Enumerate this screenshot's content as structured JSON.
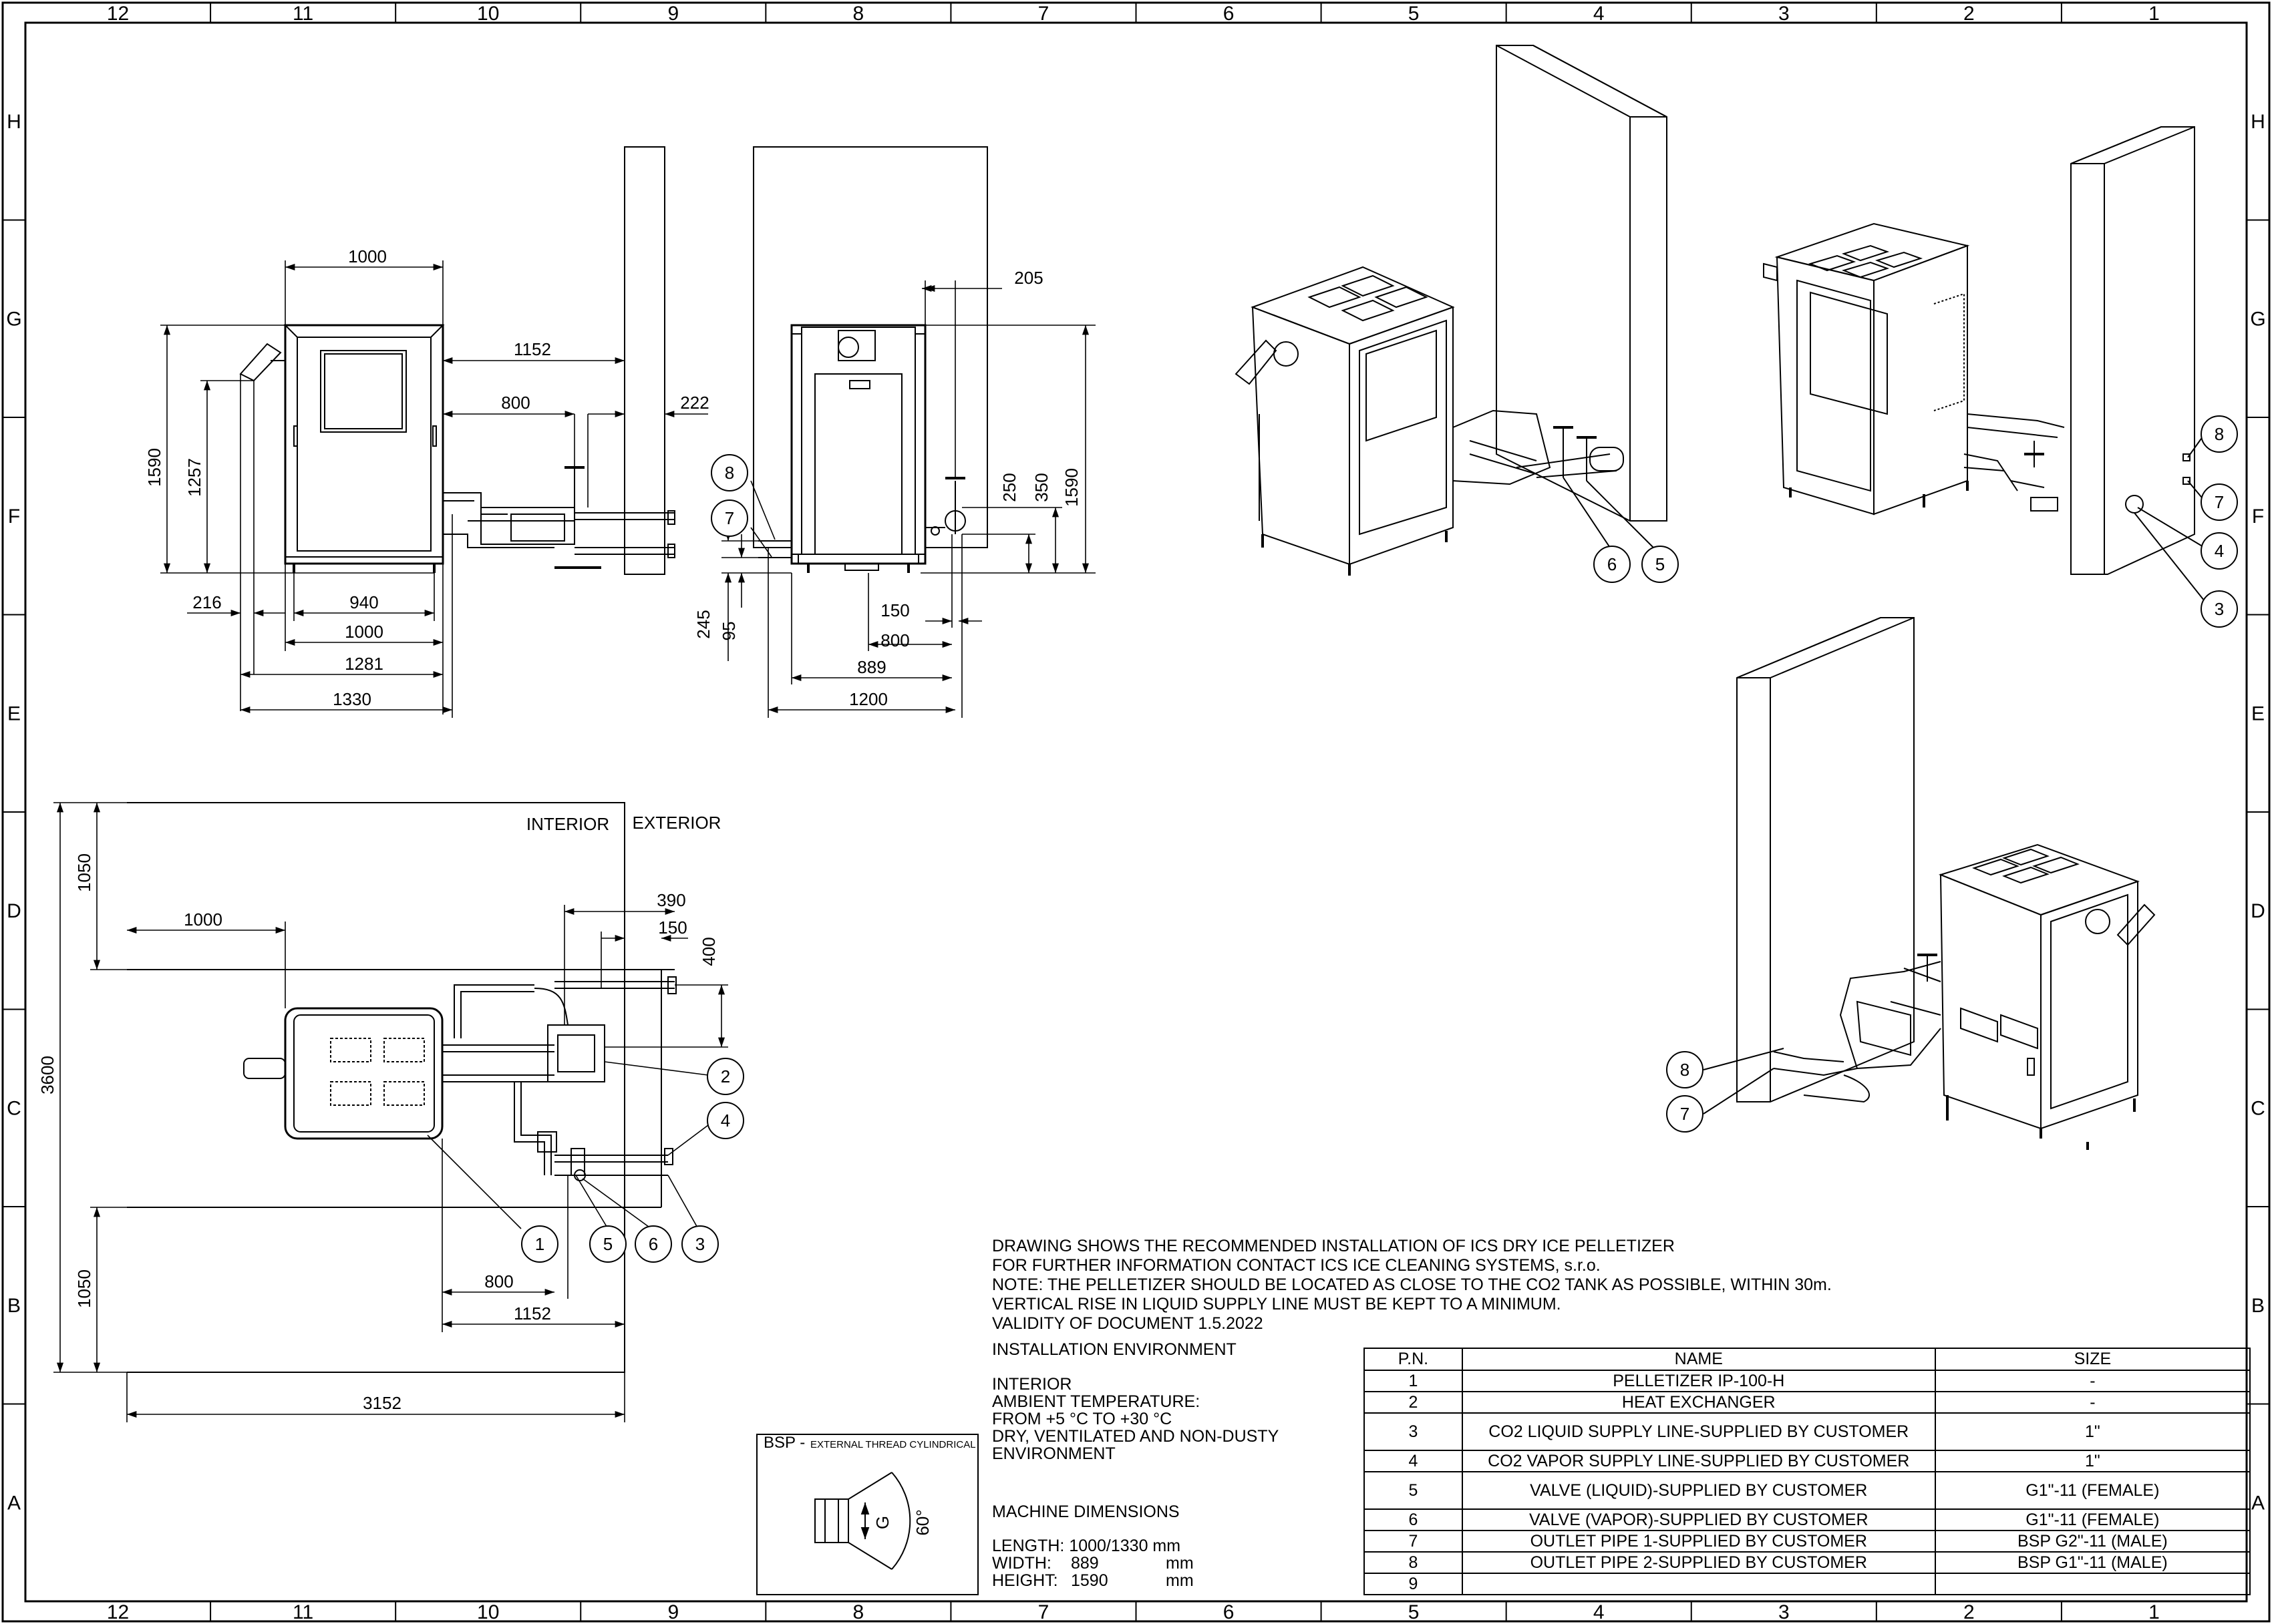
{
  "border": {
    "columns": [
      "12",
      "11",
      "10",
      "9",
      "8",
      "7",
      "6",
      "5",
      "4",
      "3",
      "2",
      "1"
    ],
    "rows": [
      "H",
      "G",
      "F",
      "E",
      "D",
      "C",
      "B",
      "A"
    ]
  },
  "front_view": {
    "dims": {
      "w1000": "1000",
      "d1152": "1152",
      "d800": "800",
      "d222": "222",
      "h1590": "1590",
      "h1257": "1257",
      "d216": "216",
      "d940": "940",
      "d1000b": "1000",
      "d1281": "1281",
      "d1330": "1330"
    }
  },
  "side_view": {
    "dims": {
      "d205": "205",
      "d250": "250",
      "d350": "350",
      "h1590": "1590",
      "d245": "245",
      "d95": "95",
      "d150": "150",
      "d800": "800",
      "d889": "889",
      "d1200": "1200"
    },
    "balloons": [
      "8",
      "7"
    ]
  },
  "top_view": {
    "labels": {
      "interior": "INTERIOR",
      "exterior": "EXTERIOR"
    },
    "dims": {
      "d1050a": "1050",
      "d1000": "1000",
      "d3600": "3600",
      "d390": "390",
      "d150": "150",
      "d400": "400",
      "d1050b": "1050",
      "d800": "800",
      "d1152": "1152",
      "d3152": "3152"
    },
    "balloons": [
      "2",
      "4",
      "1",
      "5",
      "6",
      "3"
    ]
  },
  "iso1_balloons": [
    "6",
    "5"
  ],
  "iso2_balloons": [
    "8",
    "7",
    "4",
    "3"
  ],
  "iso3_balloons": [
    "8",
    "7"
  ],
  "notes": [
    "DRAWING SHOWS THE RECOMMENDED INSTALLATION OF ICS DRY ICE PELLETIZER",
    "FOR FURTHER INFORMATION CONTACT ICS ICE CLEANING SYSTEMS, s.r.o.",
    "NOTE: THE PELLETIZER SHOULD BE LOCATED AS CLOSE TO THE CO2 TANK AS POSSIBLE, WITHIN 30m.",
    "VERTICAL RISE IN LIQUID SUPPLY LINE MUST BE KEPT TO A MINIMUM.",
    "VALIDITY OF DOCUMENT 1.5.2022"
  ],
  "environment": {
    "title": "INSTALLATION ENVIRONMENT",
    "lines": [
      "INTERIOR",
      "AMBIENT TEMPERATURE:",
      "FROM +5 °C TO +30 °C",
      "DRY, VENTILATED AND NON-DUSTY",
      "ENVIRONMENT"
    ]
  },
  "machine": {
    "title": "MACHINE DIMENSIONS",
    "length_label": "LENGTH:",
    "length_value": "1000/1330 mm",
    "width_label": "WIDTH:",
    "width_value": "889",
    "width_unit": "mm",
    "height_label": "HEIGHT:",
    "height_value": "1590",
    "height_unit": "mm"
  },
  "bsp": {
    "title": "BSP -",
    "subtitle": "EXTERNAL THREAD CYLINDRICAL",
    "g": "G",
    "angle": "60°"
  },
  "parts_table": {
    "headers": [
      "P.N.",
      "NAME",
      "SIZE"
    ],
    "rows": [
      [
        "1",
        "PELLETIZER IP-100-H",
        "-"
      ],
      [
        "2",
        "HEAT EXCHANGER",
        "-"
      ],
      [
        "3",
        "CO2 LIQUID SUPPLY LINE-SUPPLIED BY CUSTOMER",
        "1\""
      ],
      [
        "4",
        "CO2 VAPOR SUPPLY LINE-SUPPLIED BY CUSTOMER",
        "1\""
      ],
      [
        "5",
        "VALVE (LIQUID)-SUPPLIED BY CUSTOMER",
        "G1\"-11 (FEMALE)"
      ],
      [
        "6",
        "VALVE (VAPOR)-SUPPLIED BY CUSTOMER",
        "G1\"-11 (FEMALE)"
      ],
      [
        "7",
        "OUTLET PIPE 1-SUPPLIED BY CUSTOMER",
        "BSP G2\"-11 (MALE)"
      ],
      [
        "8",
        "OUTLET PIPE 2-SUPPLIED BY CUSTOMER",
        "BSP G1\"-11 (MALE)"
      ],
      [
        "9",
        "",
        ""
      ]
    ]
  }
}
